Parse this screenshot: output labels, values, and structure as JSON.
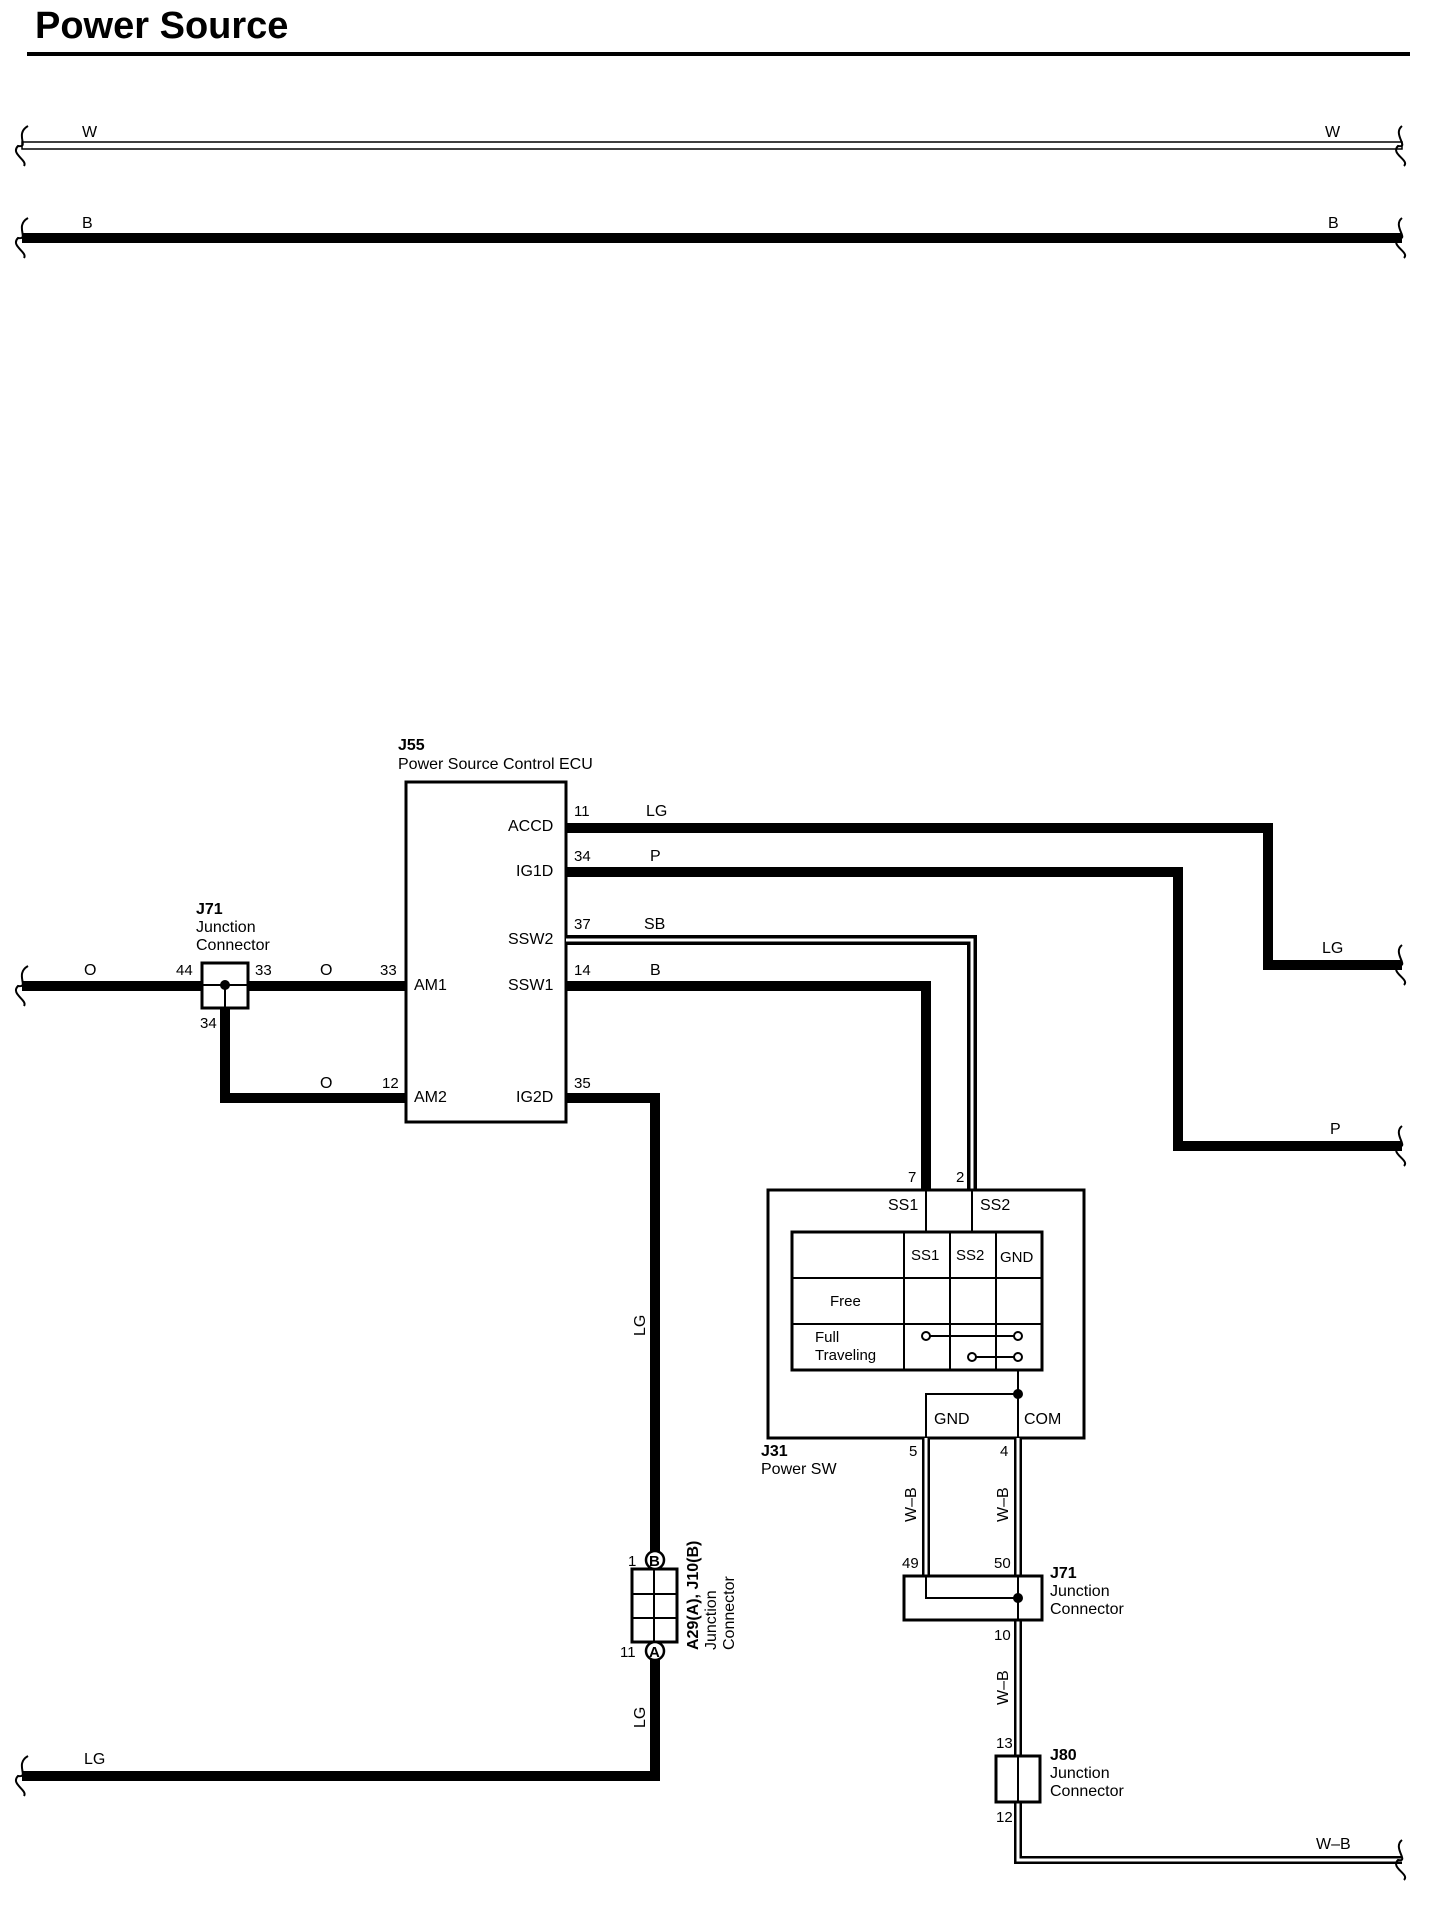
{
  "title": "Power Source",
  "wires": {
    "w": "W",
    "b": "B",
    "o": "O",
    "lg": "LG",
    "p": "P",
    "sb": "SB",
    "wb": "W–B"
  },
  "ecu": {
    "id": "J55",
    "name": "Power Source Control ECU",
    "pins": {
      "accd": "ACCD",
      "ig1d": "IG1D",
      "ssw2": "SSW2",
      "ssw1": "SSW1",
      "am1": "AM1",
      "am2": "AM2",
      "ig2d": "IG2D"
    },
    "pin_numbers": {
      "accd": "11",
      "ig1d": "34",
      "ssw2": "37",
      "ssw1": "14",
      "am1": "33",
      "am2": "12",
      "ig2d": "35"
    }
  },
  "j71_top": {
    "id": "J71",
    "line1": "Junction",
    "line2": "Connector",
    "pins": {
      "left": "44",
      "right": "33",
      "bottom": "34"
    }
  },
  "power_sw": {
    "id": "J31",
    "name": "Power SW",
    "pins": {
      "ss1": "SS1",
      "ss2": "SS2",
      "gnd": "GND",
      "com": "COM"
    },
    "pin_numbers": {
      "ss1": "7",
      "ss2": "2",
      "gnd": "5",
      "com": "4"
    },
    "table": {
      "headers": [
        "SS1",
        "SS2",
        "GND"
      ],
      "rows": [
        "Free",
        "Full",
        "Traveling"
      ]
    }
  },
  "a29": {
    "id": "A29(A), J10(B)",
    "line1": "Junction",
    "line2": "Connector",
    "pin_top": "1",
    "pin_bottom": "11",
    "letter_top": "B",
    "letter_bottom": "A"
  },
  "j71_bottom": {
    "id": "J71",
    "line1": "Junction",
    "line2": "Connector",
    "pins": {
      "left": "49",
      "right": "50",
      "bottom": "10"
    }
  },
  "j80": {
    "id": "J80",
    "line1": "Junction",
    "line2": "Connector",
    "pins": {
      "top": "13",
      "bottom": "12"
    }
  }
}
